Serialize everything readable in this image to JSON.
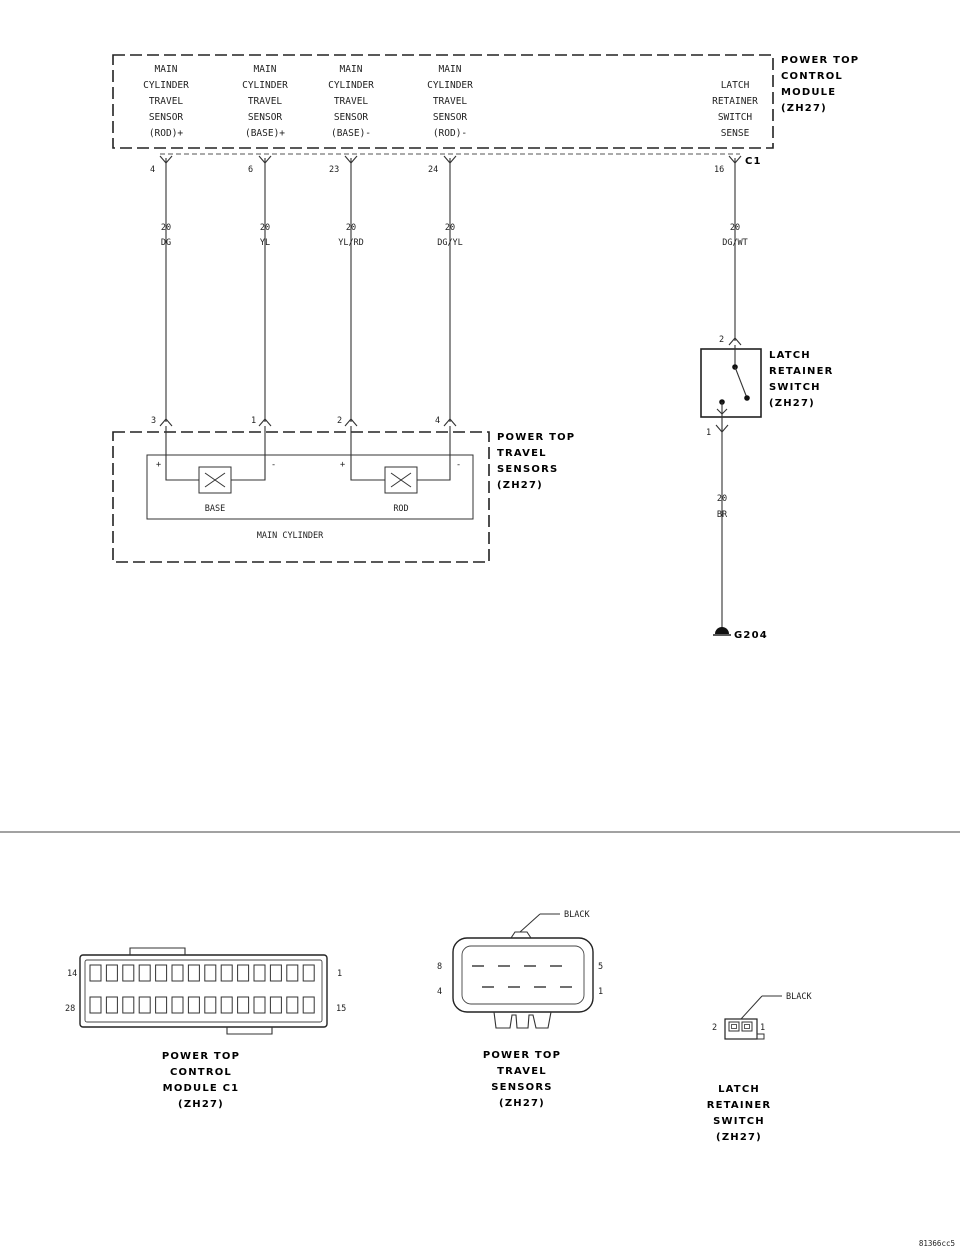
{
  "module": {
    "name": [
      "POWER TOP",
      "CONTROL",
      "MODULE",
      "(ZH27)"
    ],
    "connector": "C1",
    "pins": [
      {
        "label": [
          "MAIN",
          "CYLINDER",
          "TRAVEL",
          "SENSOR",
          "(ROD)+"
        ],
        "pin": "4",
        "gauge": "20",
        "color": "DG"
      },
      {
        "label": [
          "MAIN",
          "CYLINDER",
          "TRAVEL",
          "SENSOR",
          "(BASE)+"
        ],
        "pin": "6",
        "gauge": "20",
        "color": "YL"
      },
      {
        "label": [
          "MAIN",
          "CYLINDER",
          "TRAVEL",
          "SENSOR",
          "(BASE)-"
        ],
        "pin": "23",
        "gauge": "20",
        "color": "YL/RD"
      },
      {
        "label": [
          "MAIN",
          "CYLINDER",
          "TRAVEL",
          "SENSOR",
          "(ROD)-"
        ],
        "pin": "24",
        "gauge": "20",
        "color": "DG/YL"
      },
      {
        "label": [
          "LATCH",
          "RETAINER",
          "SWITCH",
          "SENSE"
        ],
        "pin": "16",
        "gauge": "20",
        "color": "DG/WT"
      }
    ]
  },
  "sensors": {
    "name": [
      "POWER TOP",
      "TRAVEL",
      "SENSORS",
      "(ZH27)"
    ],
    "pins": [
      "3",
      "1",
      "2",
      "4"
    ],
    "polarity": [
      "+",
      "-",
      "+",
      "-"
    ],
    "elements": [
      "BASE",
      "ROD"
    ],
    "housing": "MAIN CYLINDER"
  },
  "latch_switch": {
    "name": [
      "LATCH",
      "RETAINER",
      "SWITCH",
      "(ZH27)"
    ],
    "pin_top": "2",
    "pin_bottom": "1",
    "ground_wire": {
      "gauge": "20",
      "color": "BR"
    },
    "ground": "G204"
  },
  "connectors": {
    "module_c1": {
      "label": [
        "POWER TOP",
        "CONTROL",
        "MODULE C1",
        "(ZH27)"
      ],
      "pins": {
        "top_left": "14",
        "top_right": "1",
        "bottom_left": "28",
        "bottom_right": "15"
      }
    },
    "travel_sensors": {
      "label": [
        "POWER TOP",
        "TRAVEL",
        "SENSORS",
        "(ZH27)"
      ],
      "color": "BLACK",
      "pins": {
        "top_left": "8",
        "top_right": "5",
        "bottom_left": "4",
        "bottom_right": "1"
      }
    },
    "latch_switch": {
      "label": [
        "LATCH",
        "RETAINER",
        "SWITCH",
        "(ZH27)"
      ],
      "color": "BLACK",
      "pins": {
        "left": "2",
        "right": "1"
      }
    }
  },
  "figure_id": "81366cc5"
}
